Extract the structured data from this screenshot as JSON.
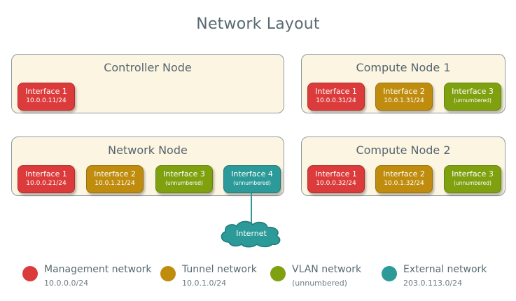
{
  "title": "Network Layout",
  "colors": {
    "management": "#dc3b3b",
    "tunnel": "#bf8c0e",
    "vlan": "#7fa10f",
    "external": "#2b9a98",
    "node_bg": "#fbf5e2"
  },
  "nodes": {
    "controller": {
      "title": "Controller Node",
      "interfaces": [
        {
          "name": "Interface 1",
          "addr": "10.0.0.11/24"
        }
      ]
    },
    "compute1": {
      "title": "Compute Node 1",
      "interfaces": [
        {
          "name": "Interface 1",
          "addr": "10.0.0.31/24"
        },
        {
          "name": "Interface 2",
          "addr": "10.0.1.31/24"
        },
        {
          "name": "Interface 3",
          "addr": "(unnumbered)"
        }
      ]
    },
    "network": {
      "title": "Network Node",
      "interfaces": [
        {
          "name": "Interface 1",
          "addr": "10.0.0.21/24"
        },
        {
          "name": "Interface 2",
          "addr": "10.0.1.21/24"
        },
        {
          "name": "Interface 3",
          "addr": "(unnumbered)"
        },
        {
          "name": "Interface 4",
          "addr": "(unnumbered)"
        }
      ]
    },
    "compute2": {
      "title": "Compute Node 2",
      "interfaces": [
        {
          "name": "Interface 1",
          "addr": "10.0.0.32/24"
        },
        {
          "name": "Interface 2",
          "addr": "10.0.1.32/24"
        },
        {
          "name": "Interface 3",
          "addr": "(unnumbered)"
        }
      ]
    }
  },
  "internet_label": "Internet",
  "legend": [
    {
      "name": "Management network",
      "subnet": "10.0.0.0/24"
    },
    {
      "name": "Tunnel network",
      "subnet": "10.0.1.0/24"
    },
    {
      "name": "VLAN network",
      "subnet": "(unnumbered)"
    },
    {
      "name": "External network",
      "subnet": "203.0.113.0/24"
    }
  ]
}
